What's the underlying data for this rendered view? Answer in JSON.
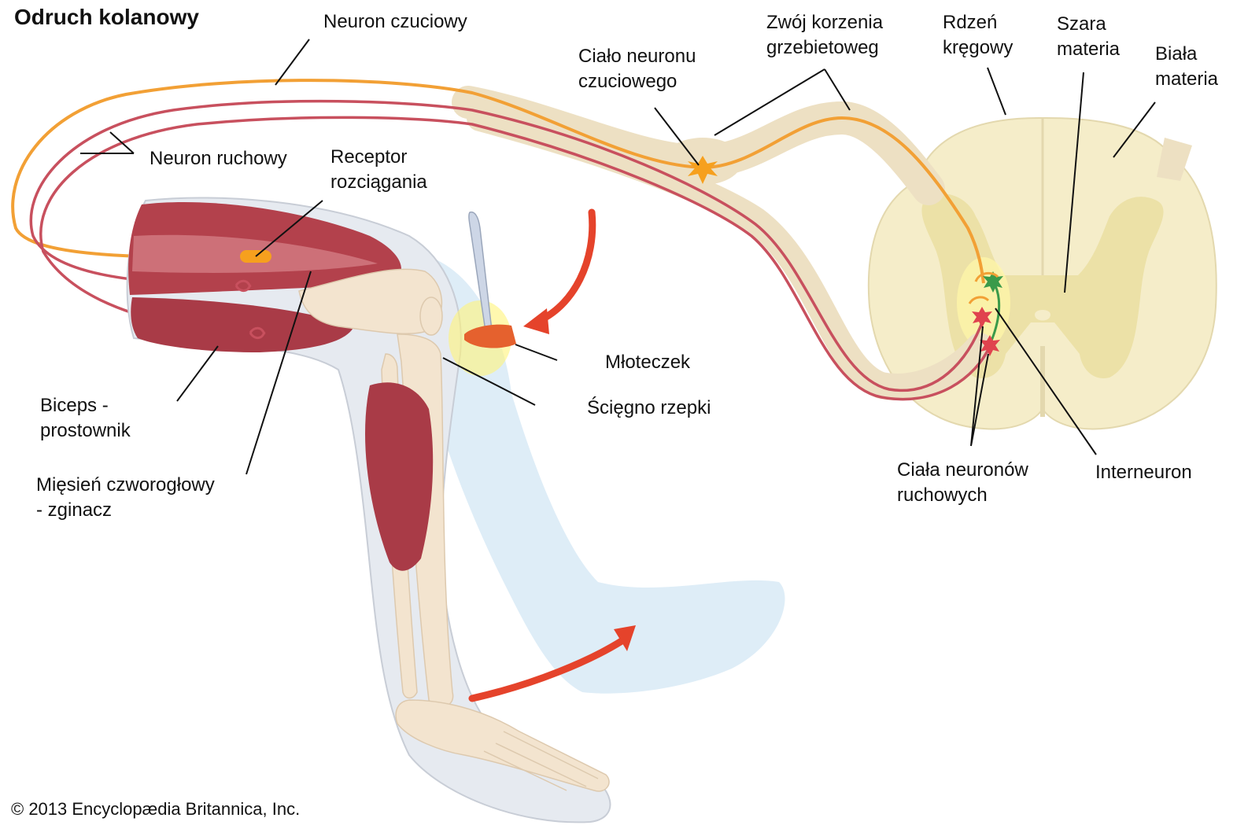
{
  "title": "Odruch kolanowy",
  "copyright": "© 2013 Encyclopædia Britannica, Inc.",
  "labels": {
    "sensory_neuron": "Neuron czuciowy",
    "motor_neuron": "Neuron ruchowy",
    "stretch_receptor": [
      "Receptor",
      "rozciągania"
    ],
    "sensory_cell_body": [
      "Ciało neuronu",
      "czuciowego"
    ],
    "dorsal_root_ganglion": [
      "Zwój korzenia",
      "grzebietoweg"
    ],
    "spinal_cord": [
      "Rdzeń",
      "kręgowy"
    ],
    "gray_matter": [
      "Szara",
      "materia"
    ],
    "white_matter": [
      "Biała",
      "materia"
    ],
    "hammer": "Młoteczek",
    "patellar_tendon": "Ścięgno rzepki",
    "biceps": [
      "Biceps -",
      "prostownik"
    ],
    "quadriceps": [
      "Mięsień czworogłowy",
      "- zginacz"
    ],
    "motor_neuron_bodies": [
      "Ciała neuronów",
      "ruchowych"
    ],
    "interneuron": "Interneuron"
  },
  "colors": {
    "sensory": "#f2a035",
    "motor": "#c8505e",
    "nerve_sheath": "#ede0c2",
    "cord_white": "#f4ebc6",
    "cord_gray": "#ebe0a6",
    "muscle": "#b4424e",
    "bone": "#f3e4cf",
    "arrow": "#e5432b",
    "kick_ghost": "#dcecf6",
    "interneuron": "#3a9a4a"
  }
}
